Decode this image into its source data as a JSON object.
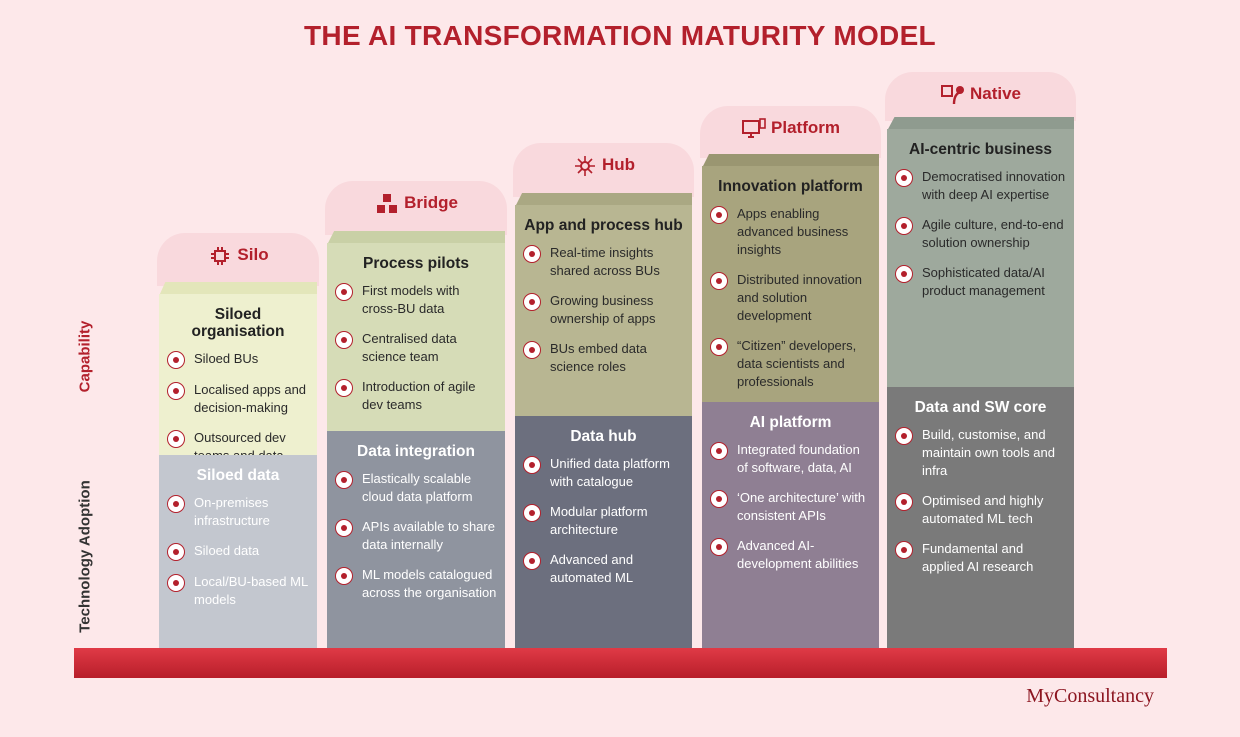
{
  "title": "THE AI TRANSFORMATION MATURITY MODEL",
  "axis": {
    "capability": "Capability",
    "technology": "Technology Adoption"
  },
  "logo": "MyConsultancy",
  "colors": {
    "accent": "#b3202c",
    "base": "#d0262f",
    "background": "#fde8ea"
  },
  "stages": [
    {
      "name": "Silo",
      "icon": "chip-icon",
      "capability": {
        "title": "Siloed organisation",
        "items": [
          {
            "icon": "team-icon",
            "text": "Siloed BUs"
          },
          {
            "icon": "location-icon",
            "text": "Localised apps and decision-making"
          },
          {
            "icon": "gear-icon",
            "text": "Outsourced dev teams and data apps"
          }
        ]
      },
      "technology": {
        "title": "Siloed data",
        "items": [
          {
            "icon": "server-icon",
            "text": "On-premises infrastructure"
          },
          {
            "icon": "database-icon",
            "text": "Siloed data"
          },
          {
            "icon": "model-icon",
            "text": "Local/BU-based ML models"
          }
        ]
      }
    },
    {
      "name": "Bridge",
      "icon": "cubes-icon",
      "capability": {
        "title": "Process pilots",
        "items": [
          {
            "icon": "network-icon",
            "text": "First models with cross-BU data"
          },
          {
            "icon": "hub-icon",
            "text": "Centralised data science team"
          },
          {
            "icon": "agile-icon",
            "text": "Introduction of agile dev teams"
          }
        ]
      },
      "technology": {
        "title": "Data integration",
        "items": [
          {
            "icon": "cloud-icon",
            "text": "Elastically scalable cloud data platform"
          },
          {
            "icon": "gear-icon",
            "text": "APIs available to share data internally"
          },
          {
            "icon": "catalogue-icon",
            "text": "ML models catalogued across the organisation"
          }
        ]
      }
    },
    {
      "name": "Hub",
      "icon": "hub-icon",
      "capability": {
        "title": "App and process hub",
        "items": [
          {
            "icon": "insight-icon",
            "text": "Real-time insights shared across BUs"
          },
          {
            "icon": "growth-icon",
            "text": "Growing business ownership of apps"
          },
          {
            "icon": "people-icon",
            "text": "BUs embed data science roles"
          }
        ]
      },
      "technology": {
        "title": "Data hub",
        "items": [
          {
            "icon": "platform-icon",
            "text": "Unified data platform with catalogue"
          },
          {
            "icon": "modules-icon",
            "text": "Modular platform architecture"
          },
          {
            "icon": "automation-icon",
            "text": "Advanced and automated ML"
          }
        ]
      }
    },
    {
      "name": "Platform",
      "icon": "monitor-icon",
      "capability": {
        "title": "Innovation platform",
        "items": [
          {
            "icon": "apps-icon",
            "text": "Apps enabling advanced business insights"
          },
          {
            "icon": "innovation-icon",
            "text": "Distributed innovation and solution development"
          },
          {
            "icon": "developer-icon",
            "text": "“Citizen” developers, data scientists and professionals"
          }
        ]
      },
      "technology": {
        "title": "AI platform",
        "items": [
          {
            "icon": "foundation-icon",
            "text": "Integrated foundation of software, data, AI"
          },
          {
            "icon": "architecture-icon",
            "text": "‘One architecture’ with consistent APIs"
          },
          {
            "icon": "ai-dev-icon",
            "text": "Advanced AI-development abilities"
          }
        ]
      }
    },
    {
      "name": "Native",
      "icon": "ai-head-icon",
      "capability": {
        "title": "AI-centric business",
        "items": [
          {
            "icon": "lightbulb-icon",
            "text": "Democratised innovation with deep AI expertise"
          },
          {
            "icon": "culture-icon",
            "text": "Agile culture, end-to-end solution ownership"
          },
          {
            "icon": "management-icon",
            "text": "Sophisticated data/AI product management"
          }
        ]
      },
      "technology": {
        "title": "Data and SW core",
        "items": [
          {
            "icon": "gear-icon",
            "text": "Build, customise, and maintain own tools and infra"
          },
          {
            "icon": "optimise-icon",
            "text": "Optimised and highly automated ML tech"
          },
          {
            "icon": "research-icon",
            "text": "Fundamental and applied AI research"
          }
        ]
      }
    }
  ]
}
